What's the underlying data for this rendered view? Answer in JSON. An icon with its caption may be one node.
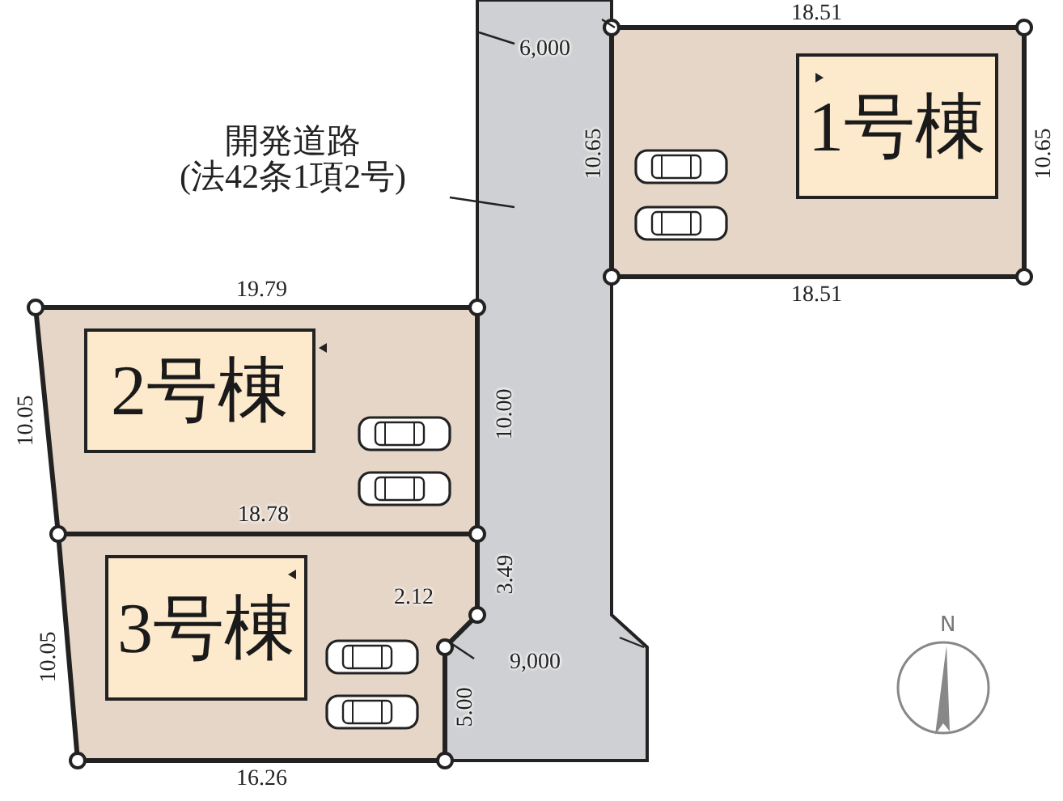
{
  "diagram": {
    "nodes": [
      {
        "text": [
          "開発道路",
          "(法42条1項2号)"
        ]
      },
      {
        "text": [],
        "shape": "box"
      },
      {
        "text": [],
        "shape": "box"
      },
      {
        "text": [
          "1号棟"
        ],
        "in": 2
      },
      {
        "text": [],
        "shape": "box"
      },
      {
        "text": [
          "2号棟"
        ],
        "in": 4
      },
      {
        "text": [],
        "shape": "box"
      },
      {
        "text": [
          "3号棟"
        ],
        "in": 6
      }
    ],
    "edges": [
      {
        "from": 0,
        "to": 1,
        "arrow": "none"
      }
    ],
    "labels": [
      "18.51",
      "6,000",
      "10.65",
      "10.65",
      "18.51",
      "19.79",
      "10.00",
      "10.05",
      "18.78",
      "3.49",
      "2.12",
      "10.05",
      "9,000",
      "5.00",
      "16.26",
      "N"
    ]
  }
}
